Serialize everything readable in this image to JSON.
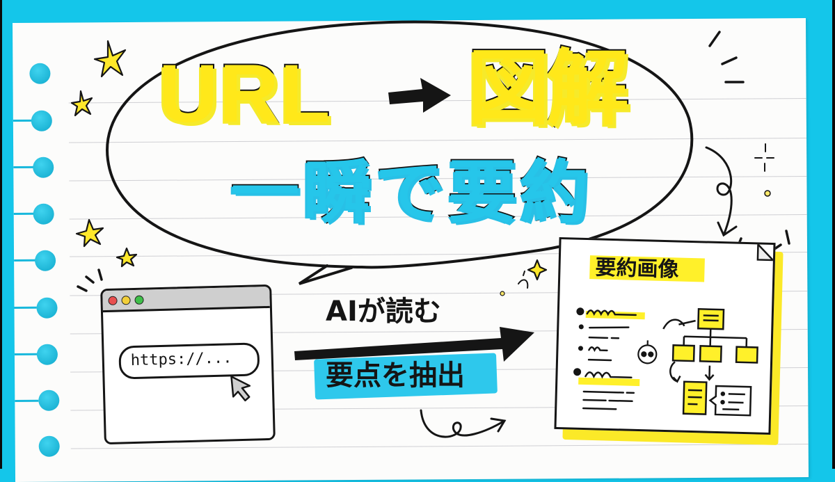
{
  "canvas": {
    "background": "#14c6ea",
    "paper": "#fcfcfb",
    "accent_yellow": "#ffe81a",
    "accent_cyan": "#26c6ea",
    "ink": "#151515"
  },
  "title": {
    "line1_left": "URL",
    "line1_arrow": "arrow-right-icon",
    "line1_right": "図解",
    "line2": "一瞬で要約"
  },
  "browser": {
    "traffic_lights": [
      "#e84f4f",
      "#f2cf3a",
      "#3fbf4a"
    ],
    "url_value": "https://...",
    "cursor": "mouse-pointer-icon"
  },
  "flow": {
    "top_label": "AIが読む",
    "bottom_label": "要点を抽出",
    "arrow": "arrow-right-icon"
  },
  "summary_card": {
    "title": "要約画像",
    "icons": [
      "bullet-list-icon",
      "org-chart-icon",
      "robot-icon",
      "document-icon",
      "speech-bubble-icon"
    ]
  },
  "decorations": [
    "star-icon",
    "sparkle-icon",
    "curly-arrow-icon",
    "binder-holes"
  ]
}
